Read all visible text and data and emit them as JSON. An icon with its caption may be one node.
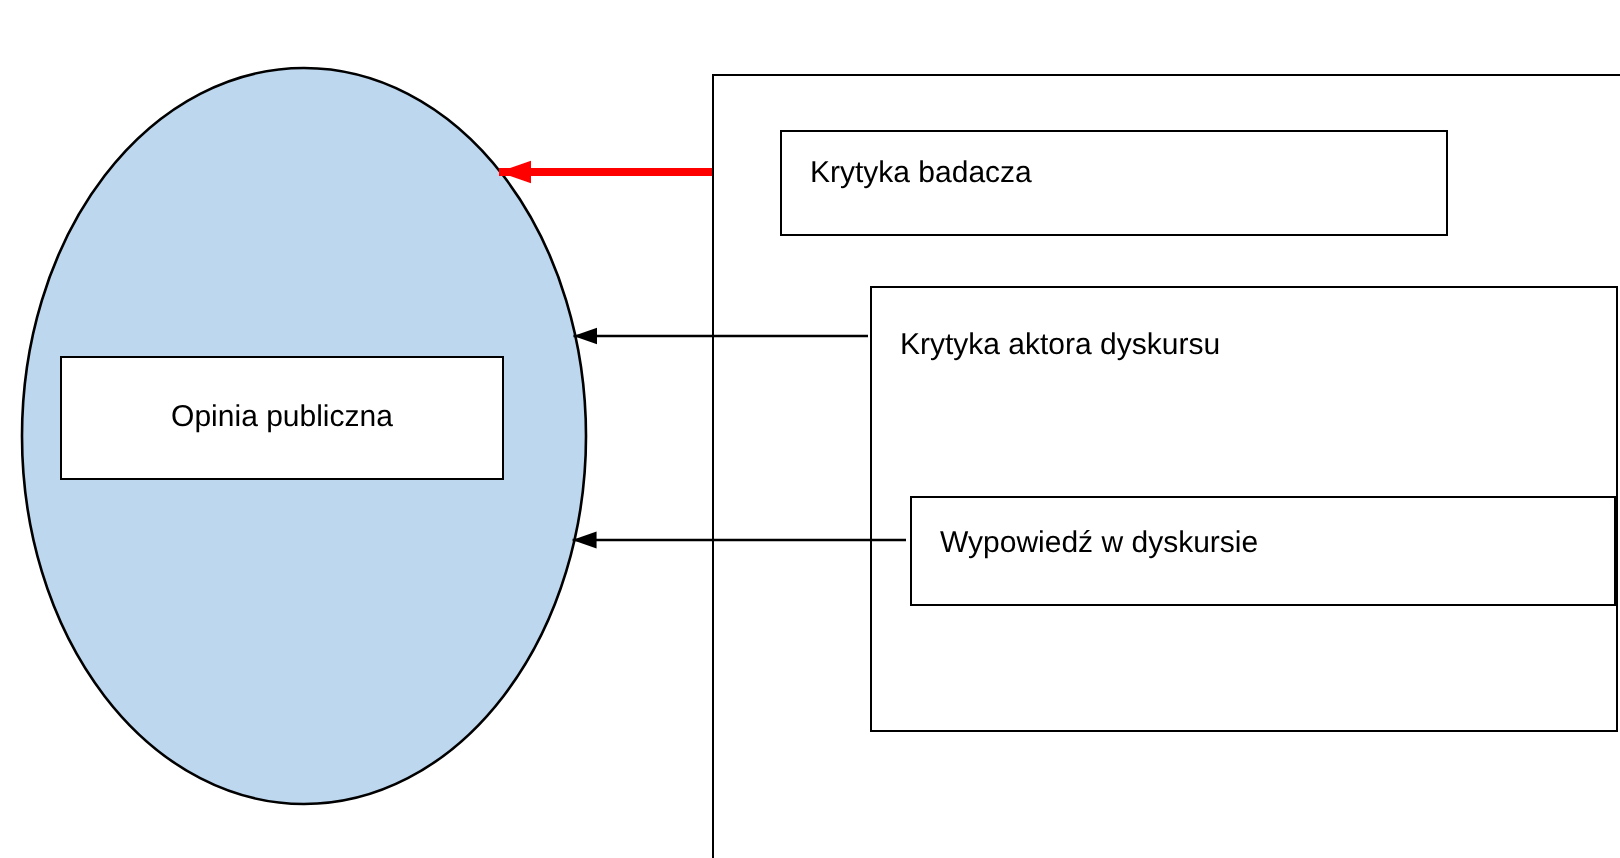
{
  "diagram": {
    "nodes": [
      {
        "text": [],
        "shape": "ellipse"
      },
      {
        "text": [
          "Opinia publiczna"
        ],
        "in": 0
      },
      {
        "text": [],
        "shape": "box"
      },
      {
        "text": [
          "Krytyka badacza"
        ],
        "in": 2
      },
      {
        "text": [
          "Krytyka aktora dyskursu"
        ],
        "in": 2
      },
      {
        "text": [
          "Wypowiedź w dyskursie"
        ],
        "in": 4
      }
    ],
    "edges": [
      {
        "from": 2,
        "to": 0,
        "arrow": "to",
        "style": "thick",
        "color": "#ff0000"
      },
      {
        "from": 4,
        "to": 0,
        "arrow": "to"
      },
      {
        "from": 5,
        "to": 0,
        "arrow": "to"
      }
    ]
  }
}
